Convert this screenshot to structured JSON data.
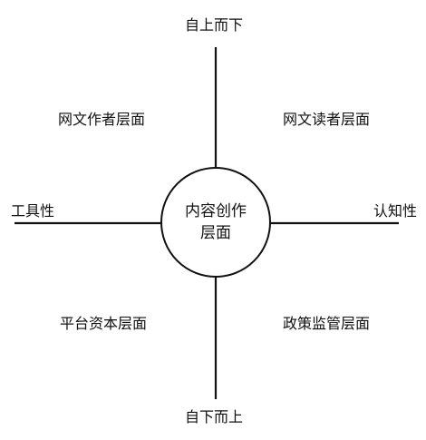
{
  "diagram": {
    "axes": {
      "top": "自上而下",
      "bottom": "自下而上",
      "left": "工具性",
      "right": "认知性"
    },
    "quadrants": {
      "top_left": "网文作者层面",
      "top_right": "网文读者层面",
      "bottom_left": "平台资本层面",
      "bottom_right": "政策监管层面"
    },
    "center": {
      "line1": "内容创作",
      "line2": "层面"
    }
  }
}
